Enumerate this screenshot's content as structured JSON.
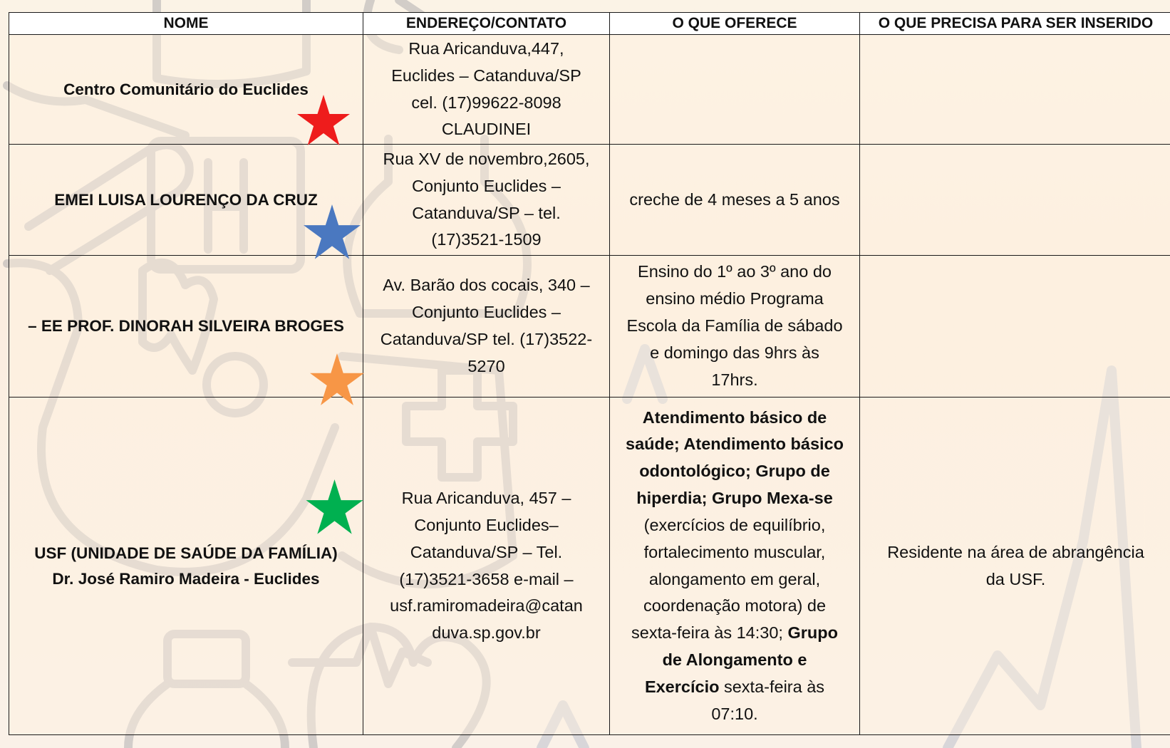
{
  "headers": [
    "NOME",
    "ENDEREÇO/CONTATO",
    "O QUE OFERECE",
    "O QUE PRECISA PARA SER INSERIDO"
  ],
  "rows": [
    {
      "name": "Centro Comunitário do Euclides",
      "address": [
        "Rua Aricanduva,447,",
        "Euclides – Catanduva/SP",
        "cel. (17)99622-8098",
        "CLAUDINEI"
      ],
      "offer": "",
      "requirement": "",
      "star_color": "#ee1c1c"
    },
    {
      "name": "EMEI LUISA LOURENÇO DA CRUZ",
      "address": [
        "Rua XV de novembro,2605,",
        "Conjunto Euclides –",
        "Catanduva/SP – tel.",
        "(17)3521-1509"
      ],
      "offer": "creche de 4 meses a 5 anos",
      "requirement": "",
      "star_color": "#4a78c0"
    },
    {
      "name": "– EE PROF. DINORAH SILVEIRA BROGES",
      "address": [
        "Av. Barão dos cocais, 340 –",
        "Conjunto Euclides –",
        "Catanduva/SP tel. (17)3522-",
        "5270"
      ],
      "offer_lines": [
        "Ensino do 1º ao 3º ano do",
        "ensino médio Programa",
        "Escola da Família de sábado",
        "e domingo das 9hrs às",
        "17hrs."
      ],
      "requirement": "",
      "star_color": "#f79646"
    },
    {
      "name_lines": [
        "USF (UNIDADE DE SAÚDE DA FAMÍLIA)",
        "Dr. José Ramiro Madeira - Euclides"
      ],
      "address": [
        "Rua Aricanduva, 457 –",
        "Conjunto Euclides–",
        "Catanduva/SP – Tel.",
        "(17)3521-3658 e-mail –",
        "usf.ramiromadeira@catan",
        "duva.sp.gov.br"
      ],
      "offer_parts": {
        "bold1": [
          "Atendimento básico de",
          "saúde; Atendimento básico",
          "odontológico; Grupo de",
          "hiperdia; Grupo Mexa-se"
        ],
        "normal1": [
          "(exercícios de equilíbrio,",
          "fortalecimento muscular,",
          "alongamento em geral,",
          "coordenação motora) de"
        ],
        "normal2": "sexta-feira às 14:30;",
        "bold2": "Grupo",
        "bold3": "de Alongamento e",
        "bold4": "Exercício",
        "normal3": "sexta-feira às",
        "normal4": "07:10."
      },
      "requirement_lines": [
        "Residente na área de abrangência",
        "da USF."
      ],
      "star_color": "#00b050"
    }
  ]
}
